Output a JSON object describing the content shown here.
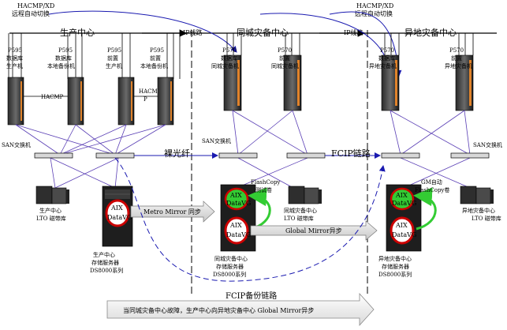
{
  "header": {
    "switch_left_line1": "HACMP/XD",
    "switch_left_line2": "远程自动切换",
    "switch_right_line1": "HACMP/XD",
    "switch_right_line2": "远程自动切换"
  },
  "sites": {
    "production": "生产中心",
    "same_city": "同城灾备中心",
    "remote": "异地灾备中心"
  },
  "links": {
    "ip_left": "IP线路",
    "ip_right": "IP线路",
    "bare_fiber": "裸光纤",
    "fcip": "FCIP链路",
    "fcip_backup": "FCIP备份链路",
    "metro_mirror": "Metro Mirror 同步",
    "global_mirror": "Global Mirror异步",
    "hacmp_a": "HACMP",
    "hacmp_b1": "HACM",
    "hacmp_b2": "P"
  },
  "servers": [
    {
      "l1": "P595",
      "l2": "数据库",
      "l3": "生产机"
    },
    {
      "l1": "P595",
      "l2": "数据库",
      "l3": "本地备份机"
    },
    {
      "l1": "P595",
      "l2": "前置",
      "l3": "生产机"
    },
    {
      "l1": "P595",
      "l2": "前置",
      "l3": "本地备份机"
    },
    {
      "l1": "P570",
      "l2": "数据库",
      "l3": "同城灾备机"
    },
    {
      "l1": "P570",
      "l2": "前置",
      "l3": "同城灾备机"
    },
    {
      "l1": "P570",
      "l2": "数据库",
      "l3": "异地灾备机"
    },
    {
      "l1": "P570",
      "l2": "前置",
      "l3": "异地灾备机"
    }
  ],
  "san": {
    "prod": "SAN交换机",
    "same": "SAN交换机",
    "remote": "SAN交换机"
  },
  "tape": {
    "prod_l1": "生产中心",
    "prod_l2": "LTO 磁带库",
    "same_l1": "同城灾备中心",
    "same_l2": "LTO 磁带库",
    "remote_l1": "异地灾备中心",
    "remote_l2": "LTO 磁带库"
  },
  "storage": {
    "prod_l1": "生产中心",
    "prod_l2": "存储服务器",
    "prod_l3": "DS8000系列",
    "same_l1": "同城灾备中心",
    "same_l2": "存储服务器",
    "same_l3": "DS8000系列",
    "remote_l1": "异地灾备中心",
    "remote_l2": "存储服务器",
    "remote_l3": "DS8000系列"
  },
  "volumes": {
    "aix": "AIX",
    "datavg": "DataVG"
  },
  "flashcopy": {
    "same_l1": "FlashCopy",
    "same_l2": "测试卷",
    "remote_l1": "GM自动",
    "remote_l2": "FlashCopy卷"
  },
  "banner": "当同城灾备中心故障，生产中心向异地灾备中心 Global Mirror异步",
  "colors": {
    "link_blue": "#0000cc",
    "fiber_purple": "#5a3fb5",
    "volume_green": "#33cc33",
    "volume_red": "#cc0000",
    "server_orange": "#e0822a"
  }
}
